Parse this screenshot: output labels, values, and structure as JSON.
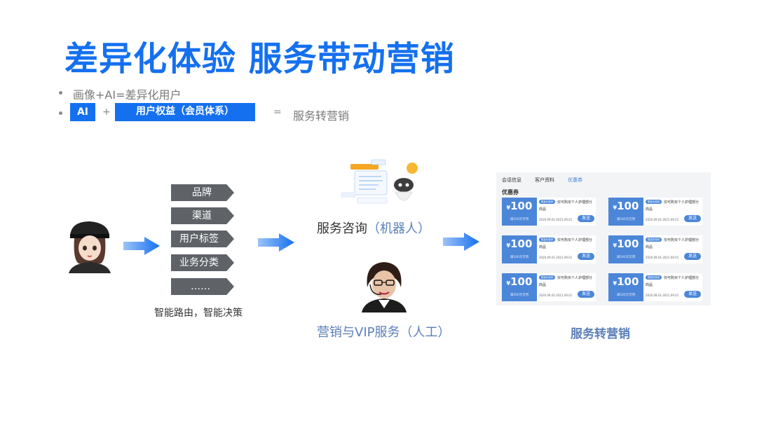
{
  "title": "差异化体验 服务带动营销",
  "bullets": {
    "line1": "画像+AI=差异化用户",
    "ai_label": "AI",
    "plus": "+",
    "rights_label": "用户权益（会员体系）",
    "equals": "=",
    "result": "服务转营销"
  },
  "routing": {
    "tags": [
      "品牌",
      "渠道",
      "用户标签",
      "业务分类",
      "……"
    ],
    "caption": "智能路由，智能决策"
  },
  "service": {
    "robot_caption_main": "服务咨询",
    "robot_caption_paren": "（机器人）",
    "human_caption": "营销与VIP服务（人工）"
  },
  "panel": {
    "tabs": [
      "会话信息",
      "客户资料",
      "优惠券"
    ],
    "section_title": "优惠券",
    "coupons": [
      {
        "currency": "¥",
        "value": "100",
        "sub": "满500元可用",
        "badge": "限量优惠券",
        "desc": "仅可购买个人护理部分",
        "desc2": "商品",
        "date": "2020.09.01-2021.09.01",
        "button": "发送"
      },
      {
        "currency": "¥",
        "value": "100",
        "sub": "满500元可用",
        "badge": "限量优惠券",
        "desc": "仅可购买个人护理部分",
        "desc2": "商品",
        "date": "2020.09.01-2021.09.01",
        "button": "发送"
      },
      {
        "currency": "¥",
        "value": "100",
        "sub": "满500元可用",
        "badge": "限量优惠券",
        "desc": "仅可购买个人护理部分",
        "desc2": "商品",
        "date": "2020.09.01-2021.09.01",
        "button": "发送"
      },
      {
        "currency": "¥",
        "value": "100",
        "sub": "满500元可用",
        "badge": "限量优惠券",
        "desc": "仅可购买个人护理部分",
        "desc2": "商品",
        "date": "2020.09.01-2021.09.01",
        "button": "发送"
      },
      {
        "currency": "¥",
        "value": "100",
        "sub": "满500元可用",
        "badge": "限量优惠券",
        "desc": "仅可购买个人护理部分",
        "desc2": "商品",
        "date": "2020.09.01-2021.09.01",
        "button": "发送"
      },
      {
        "currency": "¥",
        "value": "100",
        "sub": "满500元可用",
        "badge": "限量优惠券",
        "desc": "仅可购买个人护理部分",
        "desc2": "商品",
        "date": "2020.09.01-2021.09.01",
        "button": "发送"
      }
    ],
    "caption": "服务转营销"
  },
  "colors": {
    "accent": "#1570ef",
    "tag_gray": "#5f6368",
    "coupon_blue": "#4b86d8",
    "caption_blue": "#5b7fb8"
  }
}
